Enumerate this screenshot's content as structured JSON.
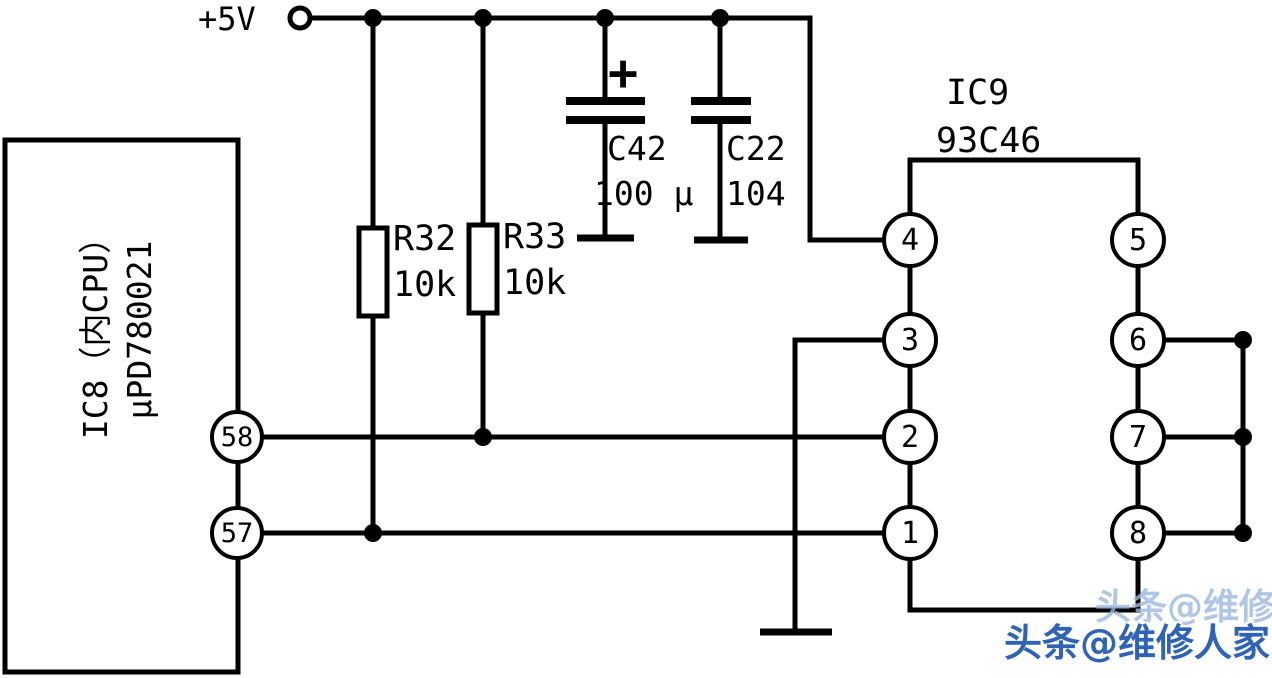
{
  "colors": {
    "line": "#000000",
    "background": "#ffffff",
    "watermark_blue": "#2e63b8"
  },
  "power_rail": {
    "label": "+5V"
  },
  "ic8": {
    "title": "IC8（内CPU）",
    "part": "μPD780021",
    "pin58": "58",
    "pin57": "57"
  },
  "ic9": {
    "ref": "IC9",
    "part": "93C46",
    "pin1": "1",
    "pin2": "2",
    "pin3": "3",
    "pin4": "4",
    "pin5": "5",
    "pin6": "6",
    "pin7": "7",
    "pin8": "8"
  },
  "resistors": {
    "r32": {
      "ref": "R32",
      "value": "10k"
    },
    "r33": {
      "ref": "R33",
      "value": "10k"
    }
  },
  "capacitors": {
    "c42": {
      "ref": "C42",
      "value": "100 μ",
      "polarity": "+"
    },
    "c22": {
      "ref": "C22",
      "value": "104"
    }
  },
  "watermark": {
    "text": "头条@维修人家"
  }
}
